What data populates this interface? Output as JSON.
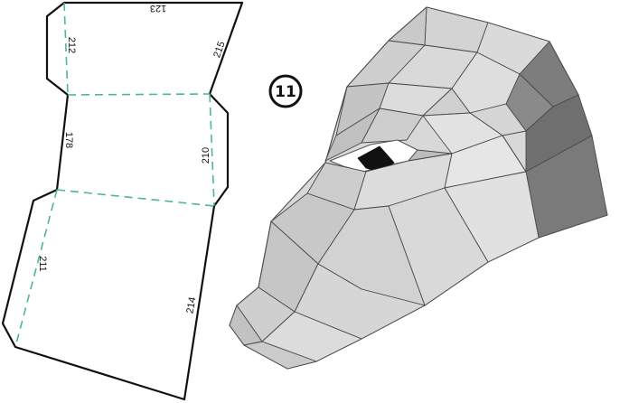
{
  "step": {
    "number": "11"
  },
  "template": {
    "edge_labels": {
      "top": "123",
      "upper_left": "212",
      "upper_right": "215",
      "middle_left": "178",
      "middle_right": "210",
      "lower_left": "211",
      "lower_right": "214"
    }
  },
  "colors": {
    "outline": "#111111",
    "fold_line": "#4fb49a",
    "model_light": "#dcdcdc",
    "model_mid": "#c9c9c9",
    "model_dark": "#7a7a7a",
    "model_edge": "#4a4a4a"
  },
  "icons": {
    "step_badge": "circled-number-icon"
  }
}
